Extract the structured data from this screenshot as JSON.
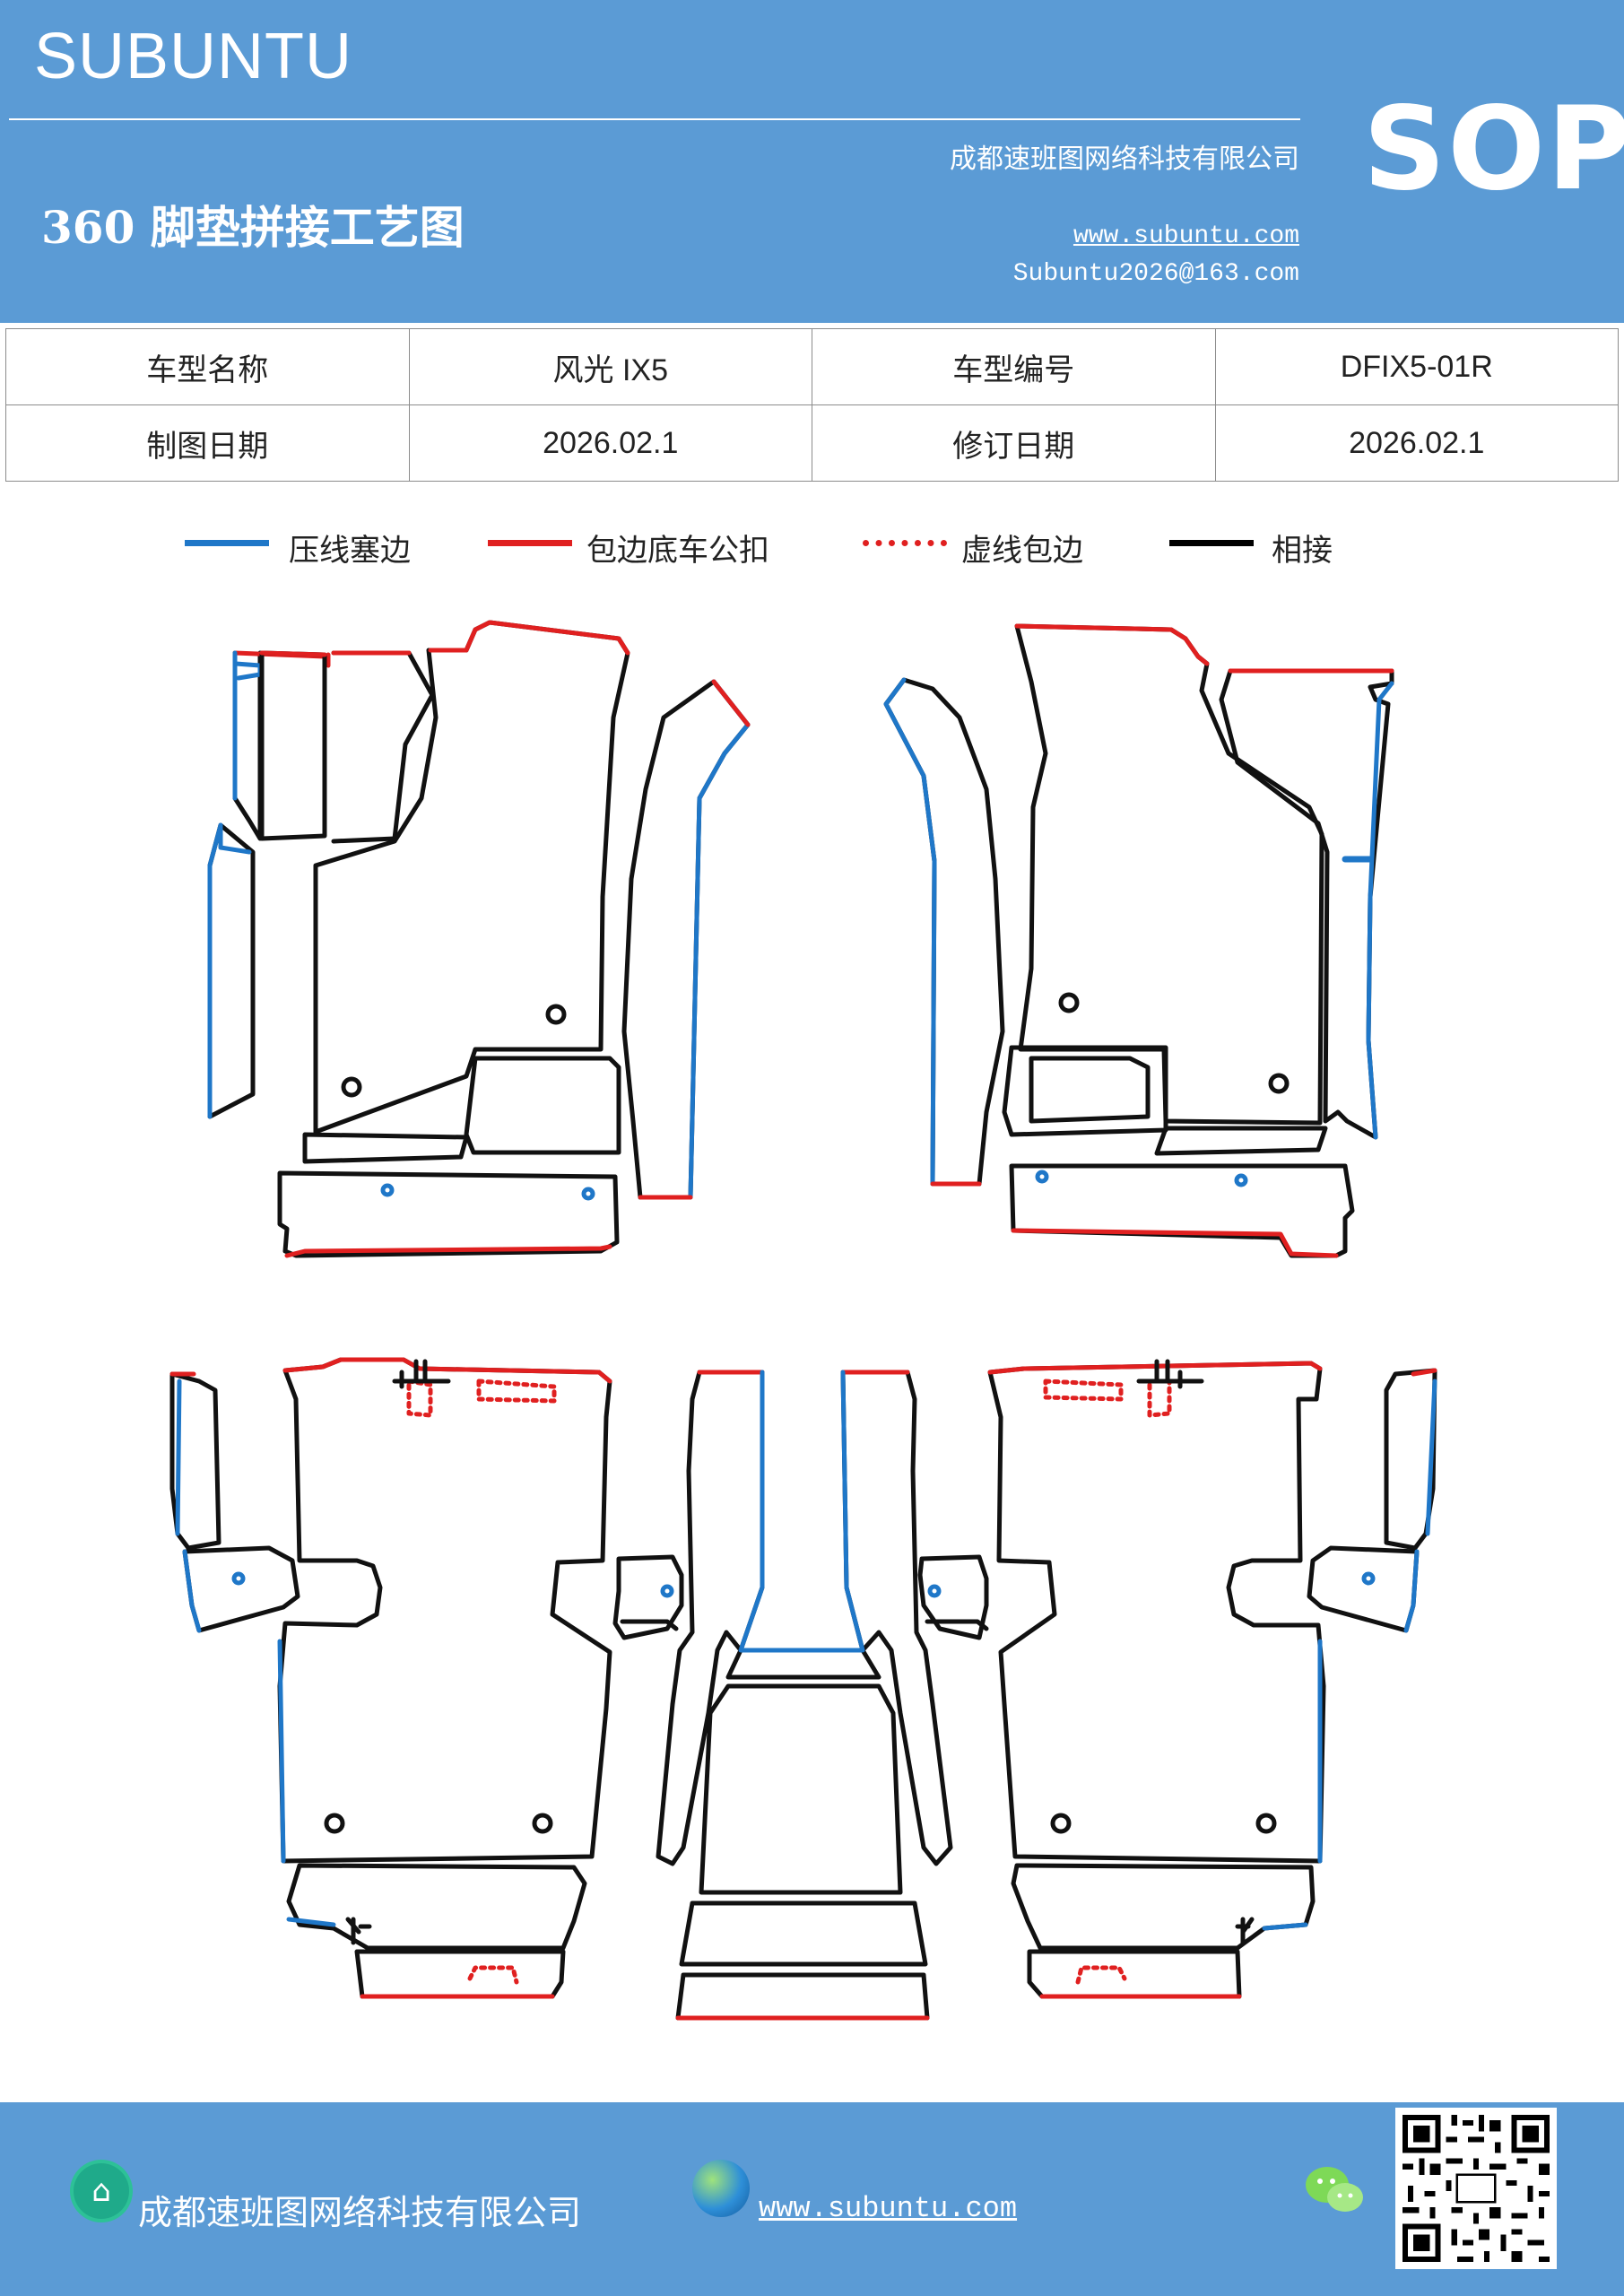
{
  "header": {
    "brand": "SUBUNTU",
    "badge": "SOP",
    "company": "成都速班图网络科技有限公司",
    "title": "360 脚垫拼接工艺图",
    "website": "www.subuntu.com",
    "email": "Subuntu2026@163.com"
  },
  "info": {
    "model_name_label": "车型名称",
    "model_name": "风光 IX5",
    "model_code_label": "车型编号",
    "model_code": "DFIX5-01R",
    "draw_date_label": "制图日期",
    "draw_date": "2026.02.1",
    "revise_date_label": "修订日期",
    "revise_date": "2026.02.1"
  },
  "legend": [
    {
      "label": "压线塞边",
      "color": "#1f77c8",
      "style": "solid"
    },
    {
      "label": "包边底车公扣",
      "color": "#e02020",
      "style": "solid"
    },
    {
      "label": "虚线包边",
      "color": "#e02020",
      "style": "dotted"
    },
    {
      "label": "相接",
      "color": "#000000",
      "style": "solid"
    }
  ],
  "footer": {
    "company": "成都速班图网络科技有限公司",
    "website": "www.subuntu.com",
    "company_icon": "building-icon",
    "website_icon": "globe-icon",
    "wechat_icon": "wechat-icon",
    "qr_icon": "qr-code-icon"
  }
}
